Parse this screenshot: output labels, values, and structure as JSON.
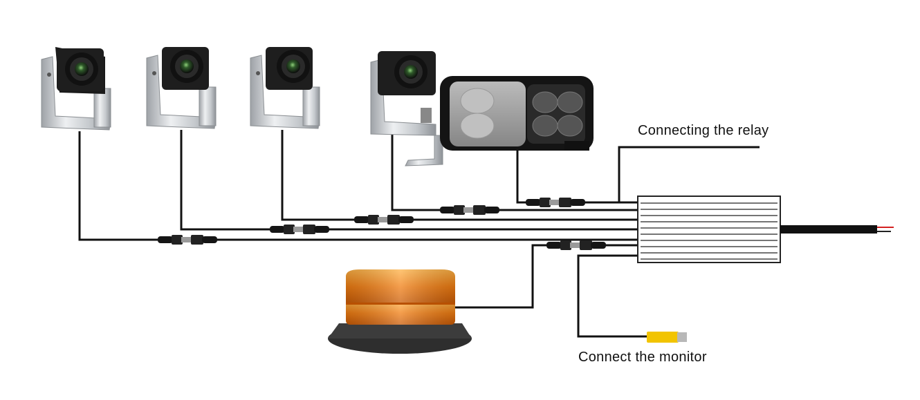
{
  "labels": {
    "relay": "Connecting the relay",
    "monitor": "Connect the monitor"
  },
  "components": {
    "cameras": [
      "camera",
      "camera",
      "camera",
      "camera"
    ],
    "work_light": "led-work-light",
    "beacon": "amber-beacon-light",
    "control_box": "control-box",
    "monitor_connector": "rca-connector"
  },
  "colors": {
    "wire": "#111111",
    "camera_body": "#1a1a1a",
    "bracket": "#c9ccd0",
    "control_box": "#ffffff",
    "beacon_amber": "#f08a1c",
    "beacon_base": "#3a3a3a",
    "rca_yellow": "#f2c400",
    "power_red": "#d42020"
  }
}
